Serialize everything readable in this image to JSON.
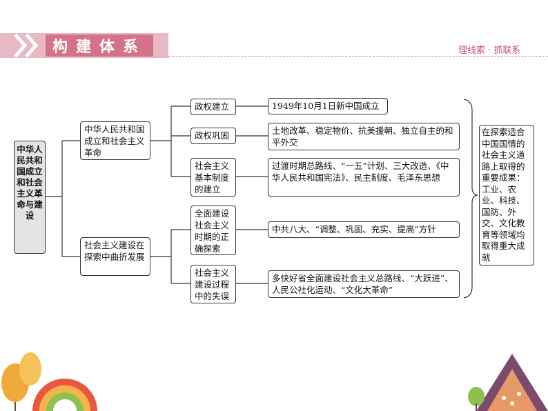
{
  "header": {
    "title": "构建体系",
    "right_text": "理线索 · 抓联系"
  },
  "diagram": {
    "root": "中华人民共和国成立和社会主义革命与建设",
    "branch1": "中华人民共和国成立和社会主义革命",
    "branch2": "社会主义建设在探索中曲折发展",
    "sub1": "政权建立",
    "sub2": "政权巩固",
    "sub3": "社会主义基本制度的建立",
    "sub4": "全面建设社会主义时期的正确探索",
    "sub5": "社会主义建设过程中的失误",
    "detail1": "1949年10月1日新中国成立",
    "detail2": "土地改革、稳定物价、抗美援朝、独立自主的和平外交",
    "detail3": "过渡时期总路线、“一五”计划、三大改造、《中华人民共和国宪法》、民主制度、毛泽东思想",
    "detail4": "中共八大、“调整、巩固、充实、提高”方针",
    "detail5": "多快好省全面建设社会主义总路线、“大跃进”、人民公社化运动、“文化大革命”",
    "summary": "在探索适合中国国情的社会主义道路上取得的重要成果：工业、农业、科技、国防、外交、文化教育等领域均取得重大成就"
  },
  "colors": {
    "accent": "#d4728a",
    "header_band": "#e8b8c4",
    "accent_text": "#c84a6a"
  }
}
